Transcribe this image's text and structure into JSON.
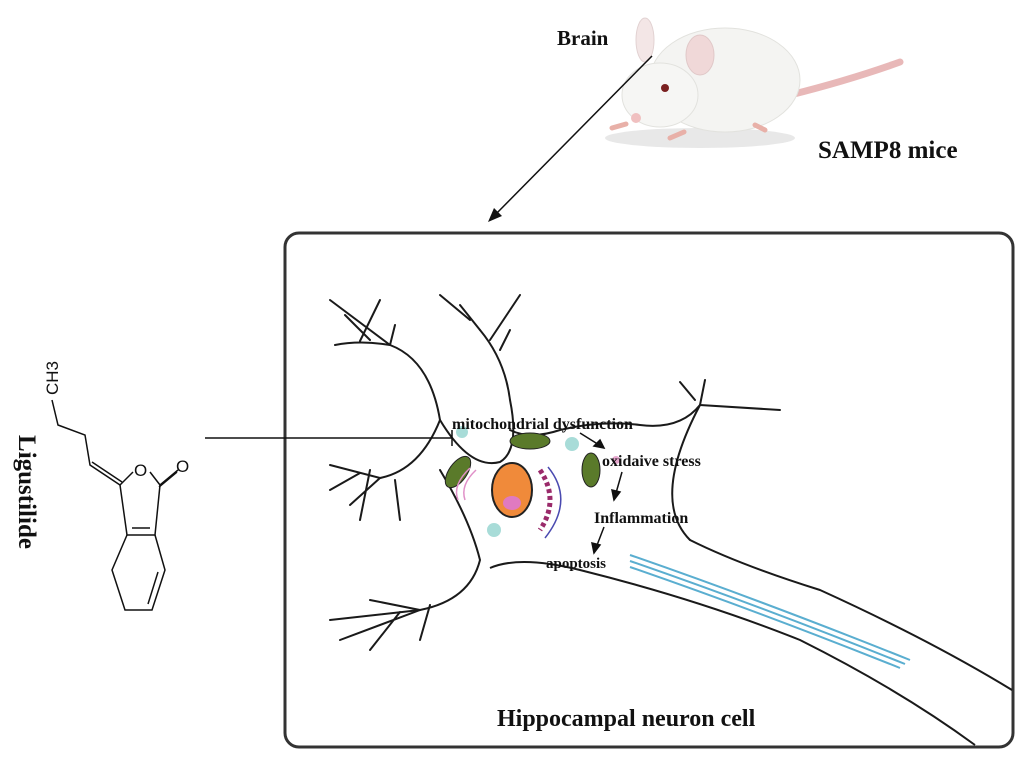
{
  "labels": {
    "brain": "Brain",
    "mice": "SAMP8 mice",
    "compound": "Ligustilide",
    "methyl": "CH3",
    "ring_oxygen": "O",
    "carbonyl_oxygen": "O",
    "panel_title": "Hippocampal neuron cell"
  },
  "pathway": [
    {
      "label": "mitochondrial dysfunction"
    },
    {
      "label": "oxidaive stress"
    },
    {
      "label": "Inflammation"
    },
    {
      "label": "apoptosis"
    }
  ],
  "colors": {
    "nucleus": "#f08a3a",
    "nucleolus": "#e07ac0",
    "mitochondria": "#5a7a2a",
    "er": "#9a2a6a",
    "axon_fibers": "#5aaed0",
    "vesicles": "#a8dcd8"
  }
}
